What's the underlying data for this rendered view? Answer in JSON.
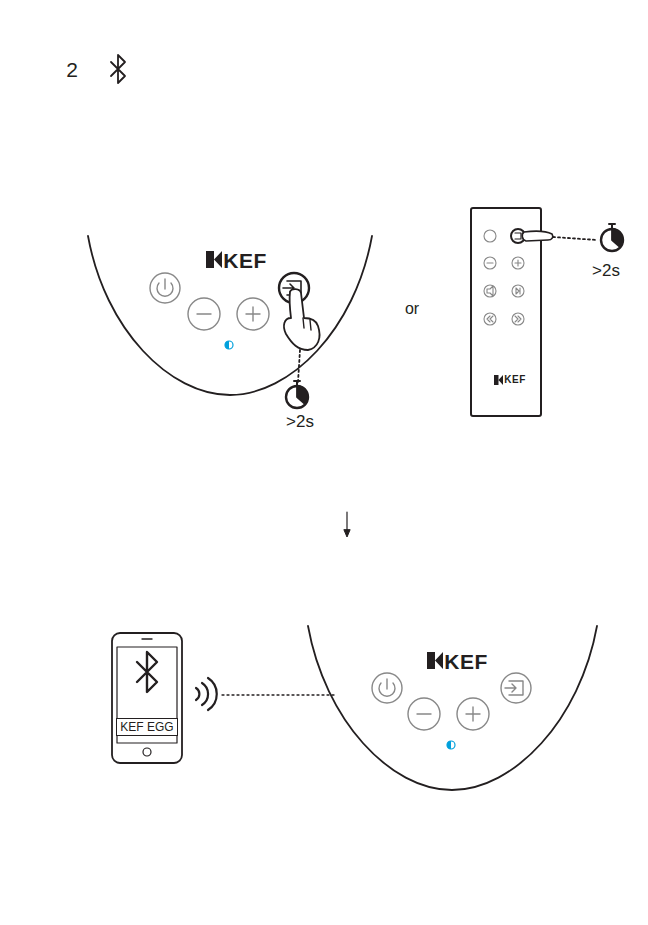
{
  "diagram": {
    "nodes": [
      {
        "text": [
          "KEF EGG"
        ]
      }
    ],
    "labels": [
      "2",
      "KEF",
      ">2s",
      "or",
      ">2s",
      "KEF",
      "KEF"
    ]
  }
}
